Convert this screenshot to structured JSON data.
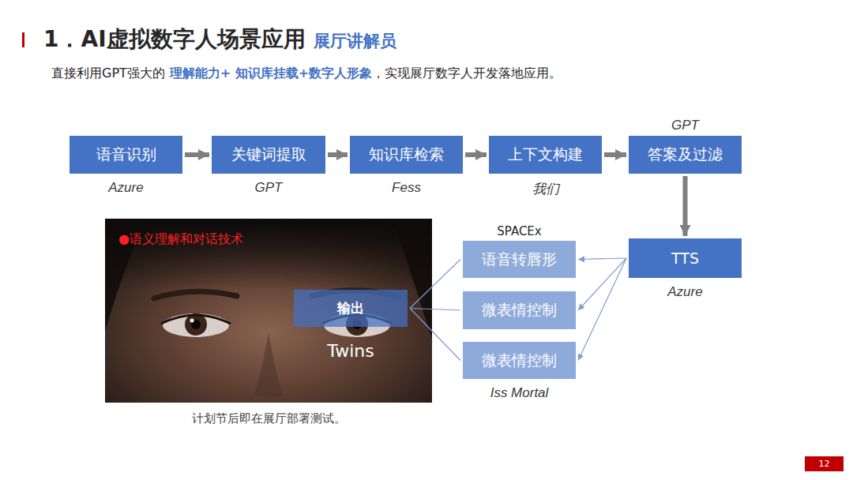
{
  "diagram": {
    "title": "1．AI虚拟数字人场景应用",
    "caption": "计划节后即在展厅部署测试。",
    "nodes": [
      {
        "text": [
          "语音识别",
          "Azure"
        ]
      },
      {
        "text": [
          "关键词提取",
          "GPT"
        ]
      },
      {
        "text": [
          "知识库检索",
          "Fess"
        ]
      },
      {
        "text": [
          "上下文构建",
          "我们"
        ]
      },
      {
        "text": [
          "GPT",
          "答案及过滤"
        ]
      },
      {
        "text": [
          "TTS",
          "Azure"
        ]
      },
      {
        "text": [
          "SPACEx",
          "语音转唇形"
        ]
      },
      {
        "text": [
          "微表情控制"
        ]
      },
      {
        "text": [
          "微表情控制",
          "Iss Mortal"
        ]
      },
      {
        "text": [
          "输出",
          "Twins"
        ]
      }
    ],
    "edges": [
      {
        "from": 0,
        "to": 1,
        "arrow": "to"
      },
      {
        "from": 1,
        "to": 2,
        "arrow": "to"
      },
      {
        "from": 2,
        "to": 3,
        "arrow": "to"
      },
      {
        "from": 3,
        "to": 4,
        "arrow": "to"
      },
      {
        "from": 4,
        "to": 5,
        "arrow": "to"
      },
      {
        "from": 5,
        "to": 6,
        "arrow": "to"
      },
      {
        "from": 5,
        "to": 7,
        "arrow": "to"
      },
      {
        "from": 5,
        "to": 8,
        "arrow": "to"
      },
      {
        "from": 9,
        "to": 6,
        "arrow": "none"
      },
      {
        "from": 9,
        "to": 7,
        "arrow": "none"
      },
      {
        "from": 9,
        "to": 8,
        "arrow": "none"
      }
    ],
    "labels": [
      "展厅讲解员",
      "直接利用GPT强大的",
      "理解能力+ 知识库挂载+数字人形象",
      "，实现展厅数字人开发落地应用。",
      "●语义理解和对话技术",
      "12"
    ]
  }
}
